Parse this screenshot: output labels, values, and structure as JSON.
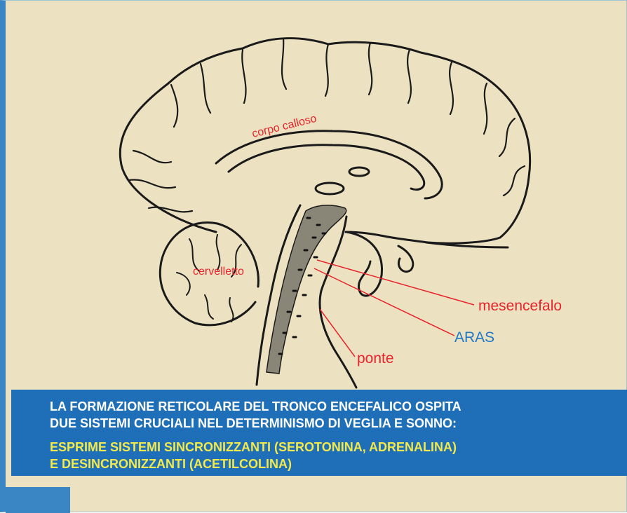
{
  "labels": {
    "corpo_calloso": "corpo calloso",
    "cervelletto": "cervelletto",
    "mesencefalo": "mesencefalo",
    "aras": "ARAS",
    "ponte": "ponte"
  },
  "caption": {
    "line1": "LA FORMAZIONE RETICOLARE DEL TRONCO ENCEFALICO OSPITA",
    "line2": "DUE SISTEMI CRUCIALI NEL DETERMINISMO DI VEGLIA E SONNO:",
    "line3": "ESPRIME SISTEMI SINCRONIZZANTI (SEROTONINA, ADRENALINA)",
    "line4": "E DESINCRONIZZANTI (ACETILCOLINA)"
  },
  "colors": {
    "background": "#ece2c2",
    "caption_background": "#1e6fb8",
    "label_red": "#e8232a",
    "label_blue": "#1e78c8",
    "caption_white": "#ffffff",
    "caption_yellow": "#f4e94a",
    "outline": "#1a1a1a"
  }
}
